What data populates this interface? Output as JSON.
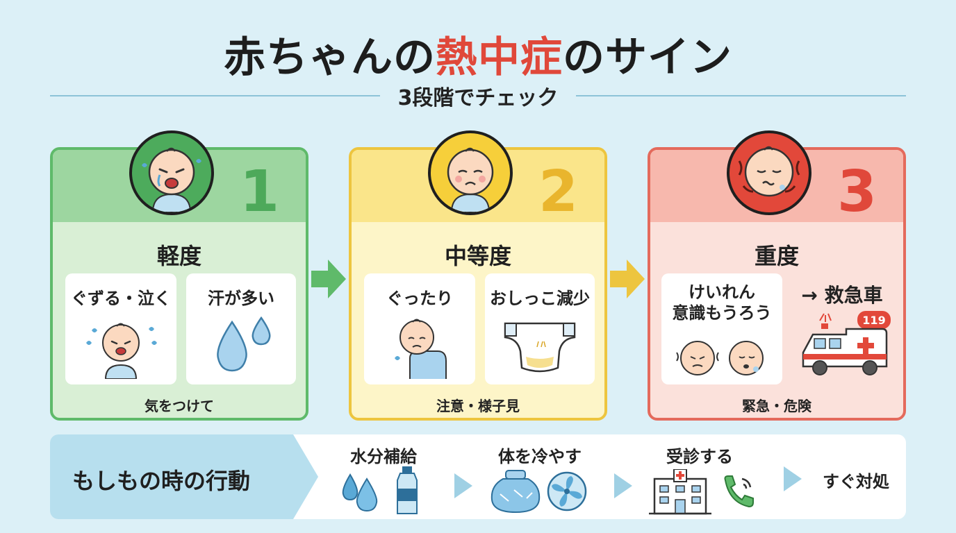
{
  "header": {
    "title_pre": "赤ちゃんの",
    "title_highlight": "熱中症",
    "title_post": "のサイン",
    "subtitle": "3段階でチェック"
  },
  "cards": [
    {
      "number": "1",
      "level": "軽度",
      "sign1": "ぐずる・泣く",
      "sign2": "汗が多い",
      "advice": "気をつけて",
      "color": "#5fba6a"
    },
    {
      "number": "2",
      "level": "中等度",
      "sign1": "ぐったり",
      "sign2": "おしっこ減少",
      "advice": "注意・様子見",
      "color": "#edc53f"
    },
    {
      "number": "3",
      "level": "重度",
      "sign1_line1": "けいれん",
      "sign1_line2": "意識もうろう",
      "sign2": "→ 救急車",
      "ambulance_number": "119",
      "advice": "緊急・危険",
      "color": "#e46a5c"
    }
  ],
  "actions": {
    "heading": "もしもの時の行動",
    "steps": [
      {
        "label": "水分補給",
        "icons": [
          "water-drops-icon",
          "water-bottle-icon"
        ]
      },
      {
        "label": "体を冷やす",
        "icons": [
          "ice-pack-icon",
          "fan-icon"
        ]
      },
      {
        "label": "受診する",
        "icons": [
          "hospital-icon",
          "phone-icon"
        ]
      },
      {
        "label": "すぐ対処",
        "icons": []
      }
    ]
  }
}
